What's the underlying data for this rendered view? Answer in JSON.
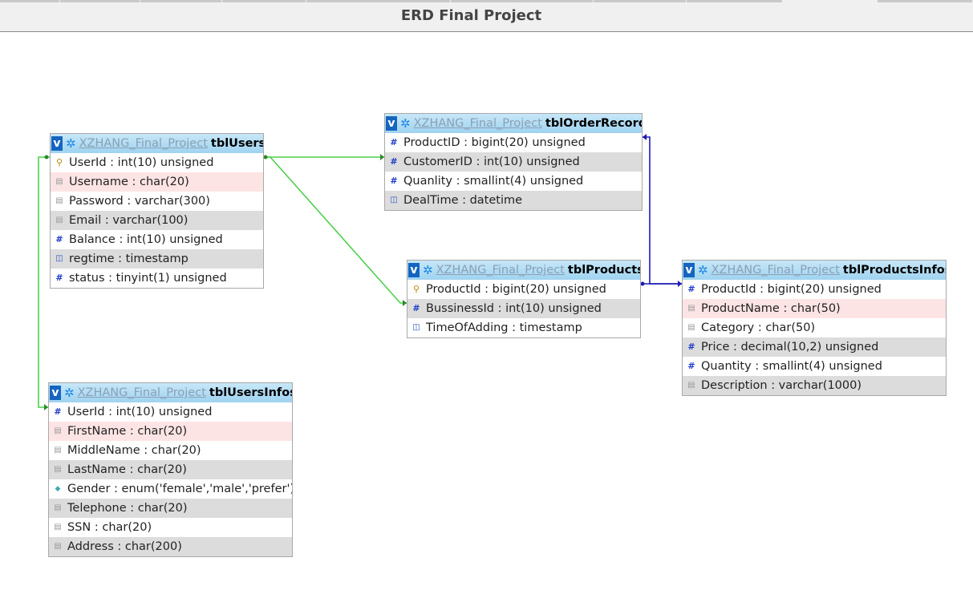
{
  "header": {
    "title": "ERD Final Project"
  },
  "schema": "XZHANG_Final_Project",
  "colors": {
    "relation_green": "#4cd04c",
    "relation_blue": "#1a1ab5",
    "header_blue": "#a9dbf4"
  },
  "tables": {
    "tblUsers": {
      "name": "tblUsers",
      "fields": [
        {
          "label": "UserId : int(10) unsigned",
          "icon": "key-icon"
        },
        {
          "label": "Username : char(20)",
          "icon": "char-icon"
        },
        {
          "label": "Password : varchar(300)",
          "icon": "char-icon"
        },
        {
          "label": "Email : varchar(100)",
          "icon": "char-icon"
        },
        {
          "label": "Balance : int(10) unsigned",
          "icon": "number-icon"
        },
        {
          "label": "regtime : timestamp",
          "icon": "datetime-icon"
        },
        {
          "label": "status : tinyint(1) unsigned",
          "icon": "number-icon"
        }
      ]
    },
    "tblOrderRecord": {
      "name": "tblOrderRecord",
      "fields": [
        {
          "label": "ProductID : bigint(20) unsigned",
          "icon": "number-icon"
        },
        {
          "label": "CustomerID : int(10) unsigned",
          "icon": "number-icon"
        },
        {
          "label": "Quanlity : smallint(4) unsigned",
          "icon": "number-icon"
        },
        {
          "label": "DealTime : datetime",
          "icon": "datetime-icon"
        }
      ]
    },
    "tblProducts": {
      "name": "tblProducts",
      "fields": [
        {
          "label": "ProductId : bigint(20) unsigned",
          "icon": "key-icon"
        },
        {
          "label": "BussinessId : int(10) unsigned",
          "icon": "number-icon"
        },
        {
          "label": "TimeOfAdding : timestamp",
          "icon": "datetime-icon"
        }
      ]
    },
    "tblProductsInfos": {
      "name": "tblProductsInfos",
      "fields": [
        {
          "label": "ProductId : bigint(20) unsigned",
          "icon": "number-icon"
        },
        {
          "label": "ProductName : char(50)",
          "icon": "char-icon"
        },
        {
          "label": "Category : char(50)",
          "icon": "char-icon"
        },
        {
          "label": "Price : decimal(10,2) unsigned",
          "icon": "number-icon"
        },
        {
          "label": "Quantity : smallint(4) unsigned",
          "icon": "number-icon"
        },
        {
          "label": "Description : varchar(1000)",
          "icon": "char-icon"
        }
      ]
    },
    "tblUsersInfos": {
      "name": "tblUsersInfos",
      "fields": [
        {
          "label": "UserId : int(10) unsigned",
          "icon": "number-icon"
        },
        {
          "label": "FirstName : char(20)",
          "icon": "char-icon"
        },
        {
          "label": "MiddleName : char(20)",
          "icon": "char-icon"
        },
        {
          "label": "LastName : char(20)",
          "icon": "char-icon"
        },
        {
          "label": "Gender : enum('female','male','prefer')",
          "icon": "enum-icon"
        },
        {
          "label": "Telephone : char(20)",
          "icon": "char-icon"
        },
        {
          "label": "SSN : char(20)",
          "icon": "char-icon"
        },
        {
          "label": "Address : char(200)",
          "icon": "char-icon"
        }
      ]
    }
  }
}
